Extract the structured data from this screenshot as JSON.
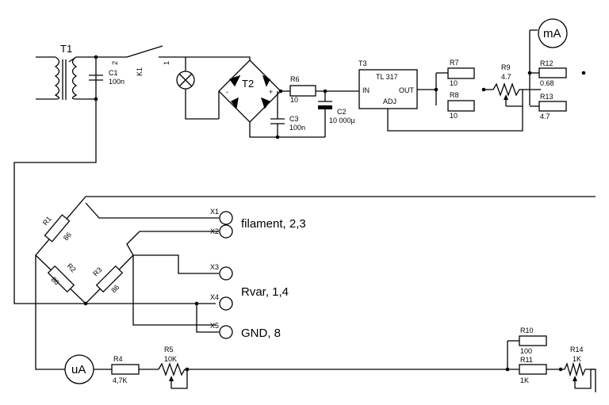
{
  "components": {
    "T1": {
      "ref": "T1"
    },
    "C1": {
      "ref": "C1",
      "value": "100n"
    },
    "K1": {
      "ref": "K1",
      "pin_a": "2",
      "pin_b": "1"
    },
    "T2": {
      "ref": "T2",
      "plus": "+",
      "minus": "-"
    },
    "C3": {
      "ref": "C3",
      "value": "100n"
    },
    "R6": {
      "ref": "R6",
      "value": "10"
    },
    "C2": {
      "ref": "C2",
      "value": "10 000µ"
    },
    "T3": {
      "ref": "T3",
      "name": "TL 317",
      "in": "IN",
      "out": "OUT",
      "adj": "ADJ"
    },
    "R7": {
      "ref": "R7",
      "value": "10"
    },
    "R8": {
      "ref": "R8",
      "value": "10"
    },
    "R9": {
      "ref": "R9",
      "value": "4.7"
    },
    "mA": {
      "label": "mA"
    },
    "R12": {
      "ref": "R12",
      "value": "0.68"
    },
    "R13": {
      "ref": "R13",
      "value": "4.7"
    },
    "R1": {
      "ref": "R1",
      "value": "86"
    },
    "R2": {
      "ref": "R2",
      "value": "86"
    },
    "R3": {
      "ref": "R3",
      "value": "86"
    },
    "uA": {
      "label": "uA"
    },
    "R4": {
      "ref": "R4",
      "value": "4,7K"
    },
    "R5": {
      "ref": "R5",
      "value": "10K"
    },
    "R10": {
      "ref": "R10",
      "value": "100"
    },
    "R11": {
      "ref": "R11",
      "value": "1K"
    },
    "R14": {
      "ref": "R14",
      "value": "1K"
    }
  },
  "connectors": {
    "X1": "X1",
    "X2": "X2",
    "X3": "X3",
    "X4": "X4",
    "X5": "X5",
    "label_filament": "filament, 2,3",
    "label_rvar": "Rvar, 1,4",
    "label_gnd": "GND, 8"
  }
}
